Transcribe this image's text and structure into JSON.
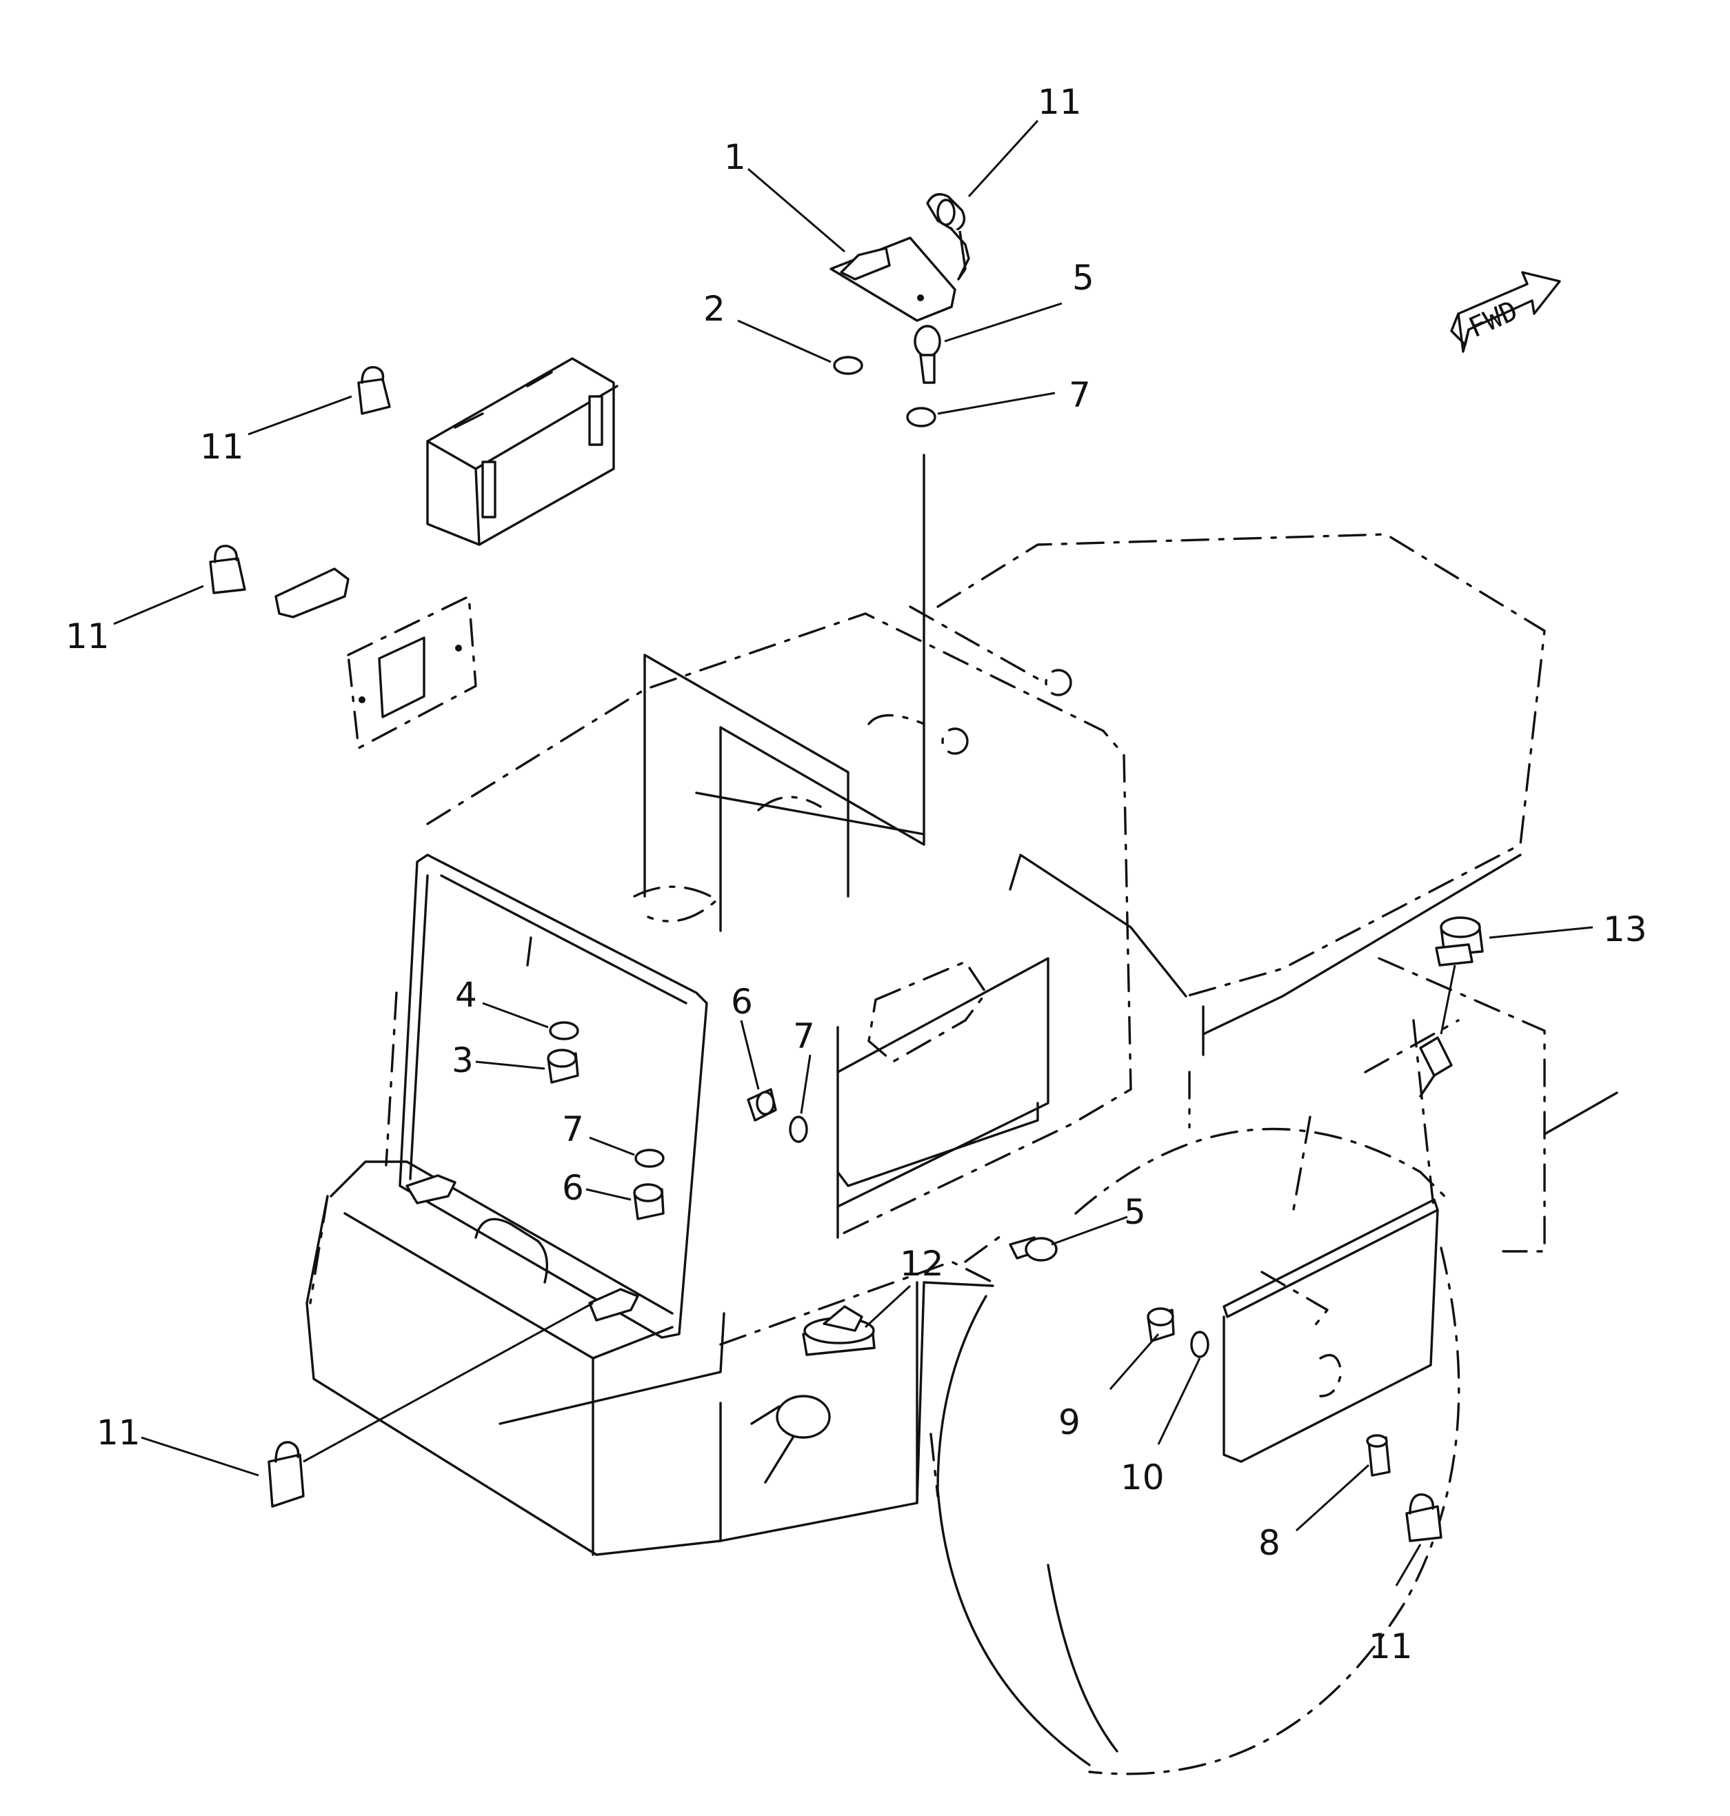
{
  "diagram": {
    "fwd_label": "FWD",
    "callouts": {
      "c1": "1",
      "c2": "2",
      "c3": "3",
      "c4": "4",
      "c5a": "5",
      "c5b": "5",
      "c6a": "6",
      "c6b": "6",
      "c7a": "7",
      "c7b": "7",
      "c7c": "7",
      "c8": "8",
      "c9": "9",
      "c10": "10",
      "c11a": "11",
      "c11b": "11",
      "c11c": "11",
      "c11d": "11",
      "c11e": "11",
      "c12": "12",
      "c13": "13"
    }
  }
}
